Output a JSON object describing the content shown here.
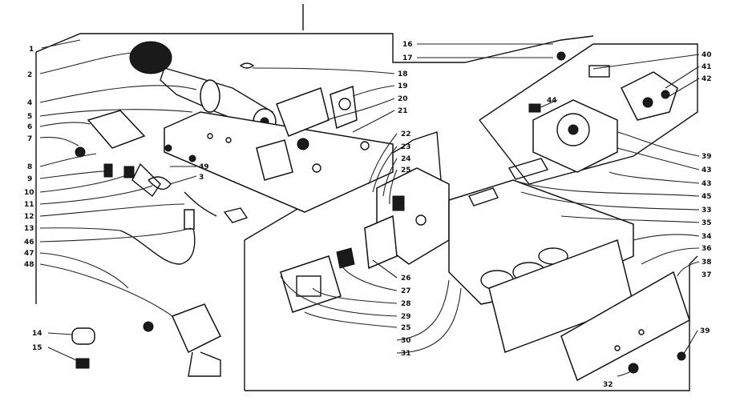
{
  "callouts": {
    "c1": "1",
    "c2": "2",
    "c4": "4",
    "c5": "5",
    "c6": "6",
    "c7": "7",
    "c8": "8",
    "c9": "9",
    "c10": "10",
    "c11": "11",
    "c12": "12",
    "c13": "13",
    "c46": "46",
    "c47": "47",
    "c48": "48",
    "c14": "14",
    "c15": "15",
    "c16": "16",
    "c17": "17",
    "c18": "18",
    "c19": "19",
    "c20": "20",
    "c21": "21",
    "c22": "22",
    "c23": "23",
    "c24": "24",
    "c25a": "25",
    "c49": "49",
    "c3": "3",
    "c26": "26",
    "c27": "27",
    "c28": "28",
    "c29": "29",
    "c25b": "25",
    "c30": "30",
    "c31b": "31",
    "c44": "44",
    "c40": "40",
    "c41": "41",
    "c42": "42",
    "c39": "39",
    "c43a": "43",
    "c43b": "43",
    "c45": "45",
    "c33": "33",
    "c35": "35",
    "c34": "34",
    "c36": "36",
    "c38": "38",
    "c37": "37",
    "c32": "32",
    "c39b": "39"
  }
}
